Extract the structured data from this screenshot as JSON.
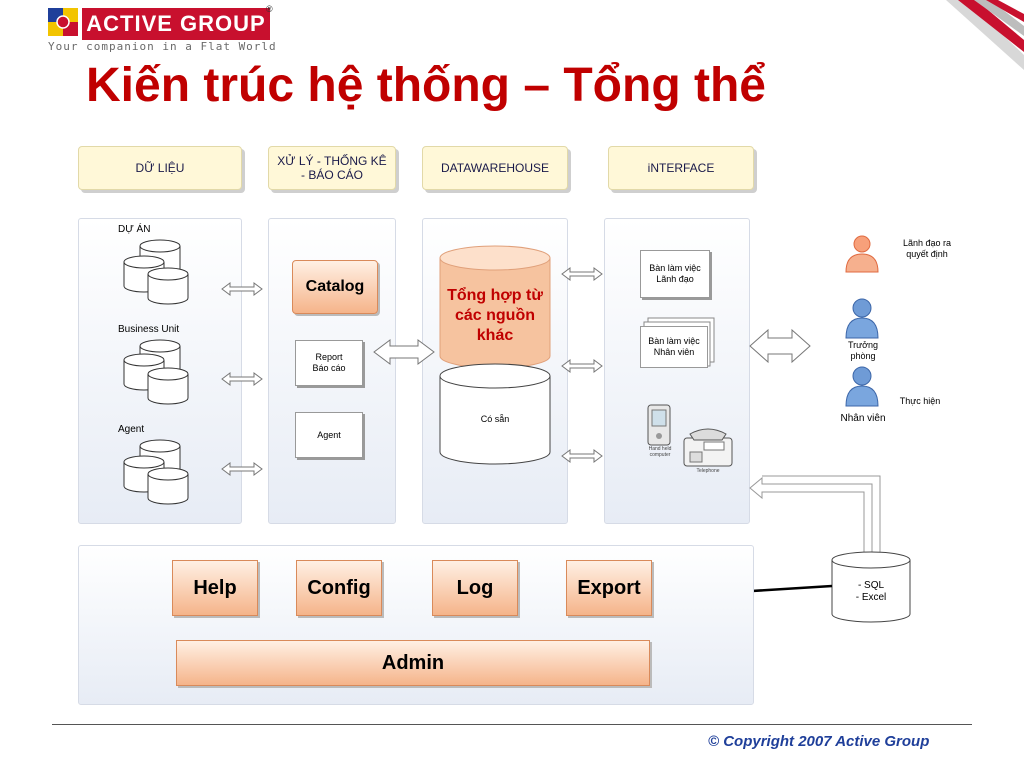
{
  "logo": {
    "brand": "ACTIVE GROUP",
    "registered": "®",
    "tagline": "Your companion in a Flat World"
  },
  "title": "Kiến trúc hệ thống – Tổng thể",
  "headers": [
    "DỮ LIỆU",
    "XỬ LÝ - THỐNG KÊ\n- BÁO CÁO",
    "DATAWAREHOUSE",
    "iNTERFACE"
  ],
  "data_col": {
    "groups": [
      "DỰ ÁN",
      "Business Unit",
      "Agent"
    ]
  },
  "processing": {
    "catalog": "Catalog",
    "report": "Report\nBáo cáo",
    "agent": "Agent"
  },
  "warehouse": {
    "top": "Tổng hợp từ các nguồn khác",
    "bottom": "Có sẵn"
  },
  "interface": {
    "leader_desk": "Bàn làm việc\nLãnh đạo",
    "staff_desk": "Bàn làm việc\nNhân viên",
    "handheld": "Hand held\ncomputer",
    "telephone": "Telephone"
  },
  "people": {
    "leader": "Lãnh đạo ra\nquyết định",
    "head": "Trưởng\nphòng",
    "staff": "Nhân viên",
    "execute": "Thực hiện"
  },
  "bottom": {
    "help": "Help",
    "config": "Config",
    "log": "Log",
    "export": "Export",
    "admin": "Admin",
    "db": "- SQL\n- Excel"
  },
  "footer": {
    "copyright": "© Copyright 2007 Active Group"
  }
}
